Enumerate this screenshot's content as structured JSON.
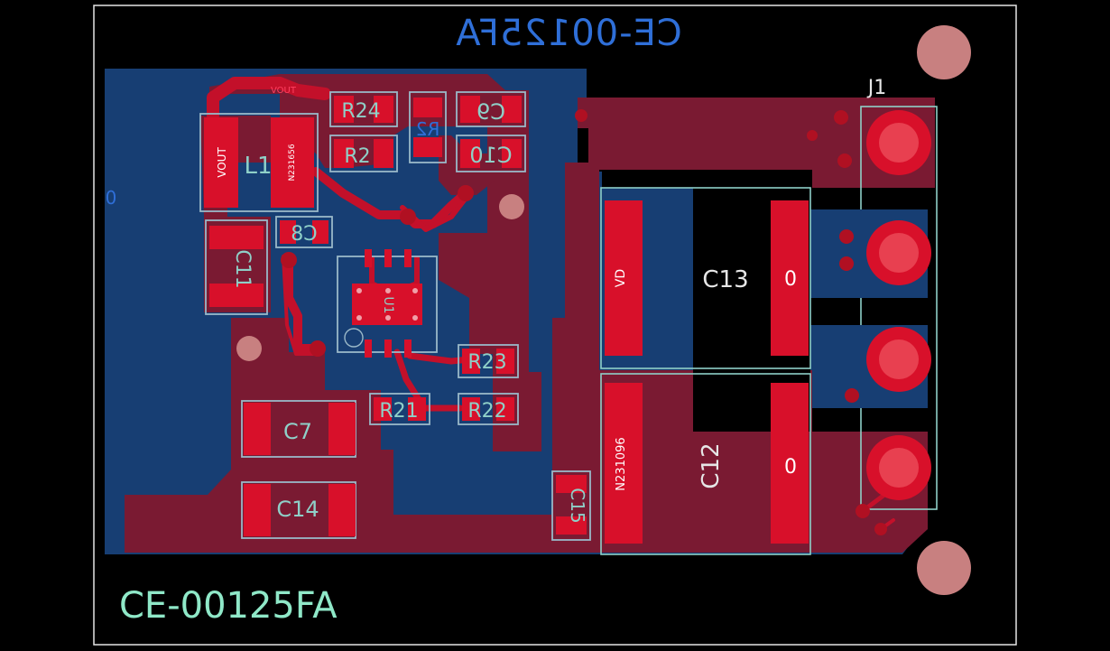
{
  "board": {
    "label_top_mirrored": "CE-00125FA",
    "label_bottom": "CE-00125FA"
  },
  "components": {
    "L1": {
      "ref": "L1",
      "pad_left": "VOUT",
      "pad_right": "N231656"
    },
    "R24top": {
      "ref": "R24"
    },
    "R2top": {
      "ref": "R2"
    },
    "R2mid": {
      "ref": "R2"
    },
    "C9": {
      "ref": "C9"
    },
    "C10": {
      "ref": "C10"
    },
    "C8": {
      "ref": "C8"
    },
    "C11": {
      "ref": "C11"
    },
    "U1": {
      "ref": "U1"
    },
    "R23": {
      "ref": "R23"
    },
    "R21": {
      "ref": "R21"
    },
    "R22": {
      "ref": "R22"
    },
    "C7": {
      "ref": "C7"
    },
    "C14": {
      "ref": "C14"
    },
    "C13": {
      "ref": "C13"
    },
    "C12": {
      "ref": "C12"
    },
    "C15": {
      "ref": "C15"
    },
    "J1": {
      "ref": "J1"
    }
  },
  "nets": {
    "vout_trace": "VOUT",
    "vd": "VD",
    "n231096": "N231096",
    "zero_a": "0",
    "zero_b": "0",
    "zero_left": "0"
  },
  "colors": {
    "background": "#000000",
    "board_outline": "#e6e6e6",
    "bottom_copper": "#173e73",
    "top_copper": "#d8102a",
    "top_pour": "#7a1a32",
    "silkscreen": "#8fd0c8",
    "mirrored_text": "#2f6fd8",
    "mounting_hole": "#c88080"
  }
}
